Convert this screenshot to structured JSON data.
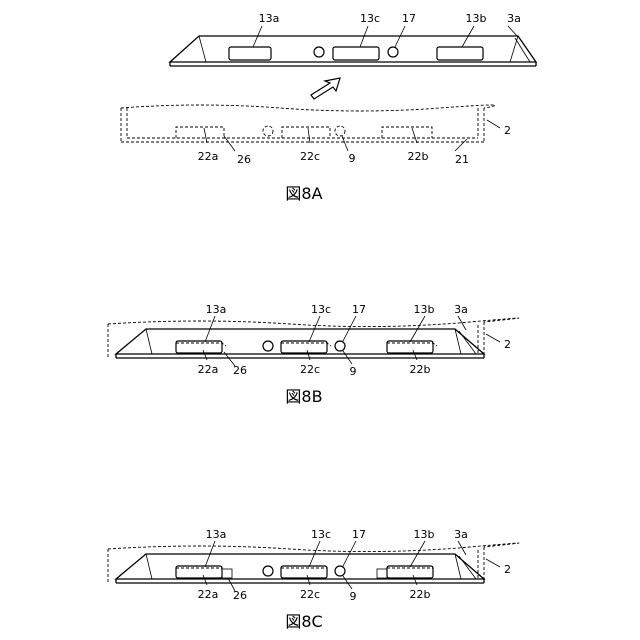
{
  "figures": [
    {
      "caption": "図8A",
      "labels": {
        "13a": "13a",
        "13c": "13c",
        "17": "17",
        "13b": "13b",
        "3a": "3a",
        "2": "2",
        "22a": "22a",
        "26": "26",
        "22c": "22c",
        "9": "9",
        "22b": "22b",
        "21": "21"
      }
    },
    {
      "caption": "図8B",
      "labels": {
        "13a": "13a",
        "13c": "13c",
        "17": "17",
        "13b": "13b",
        "3a": "3a",
        "2": "2",
        "22a": "22a",
        "26": "26",
        "22c": "22c",
        "9": "9",
        "22b": "22b"
      }
    },
    {
      "caption": "図8C",
      "labels": {
        "13a": "13a",
        "13c": "13c",
        "17": "17",
        "13b": "13b",
        "3a": "3a",
        "2": "2",
        "22a": "22a",
        "26": "26",
        "22c": "22c",
        "9": "9",
        "22b": "22b"
      }
    }
  ]
}
